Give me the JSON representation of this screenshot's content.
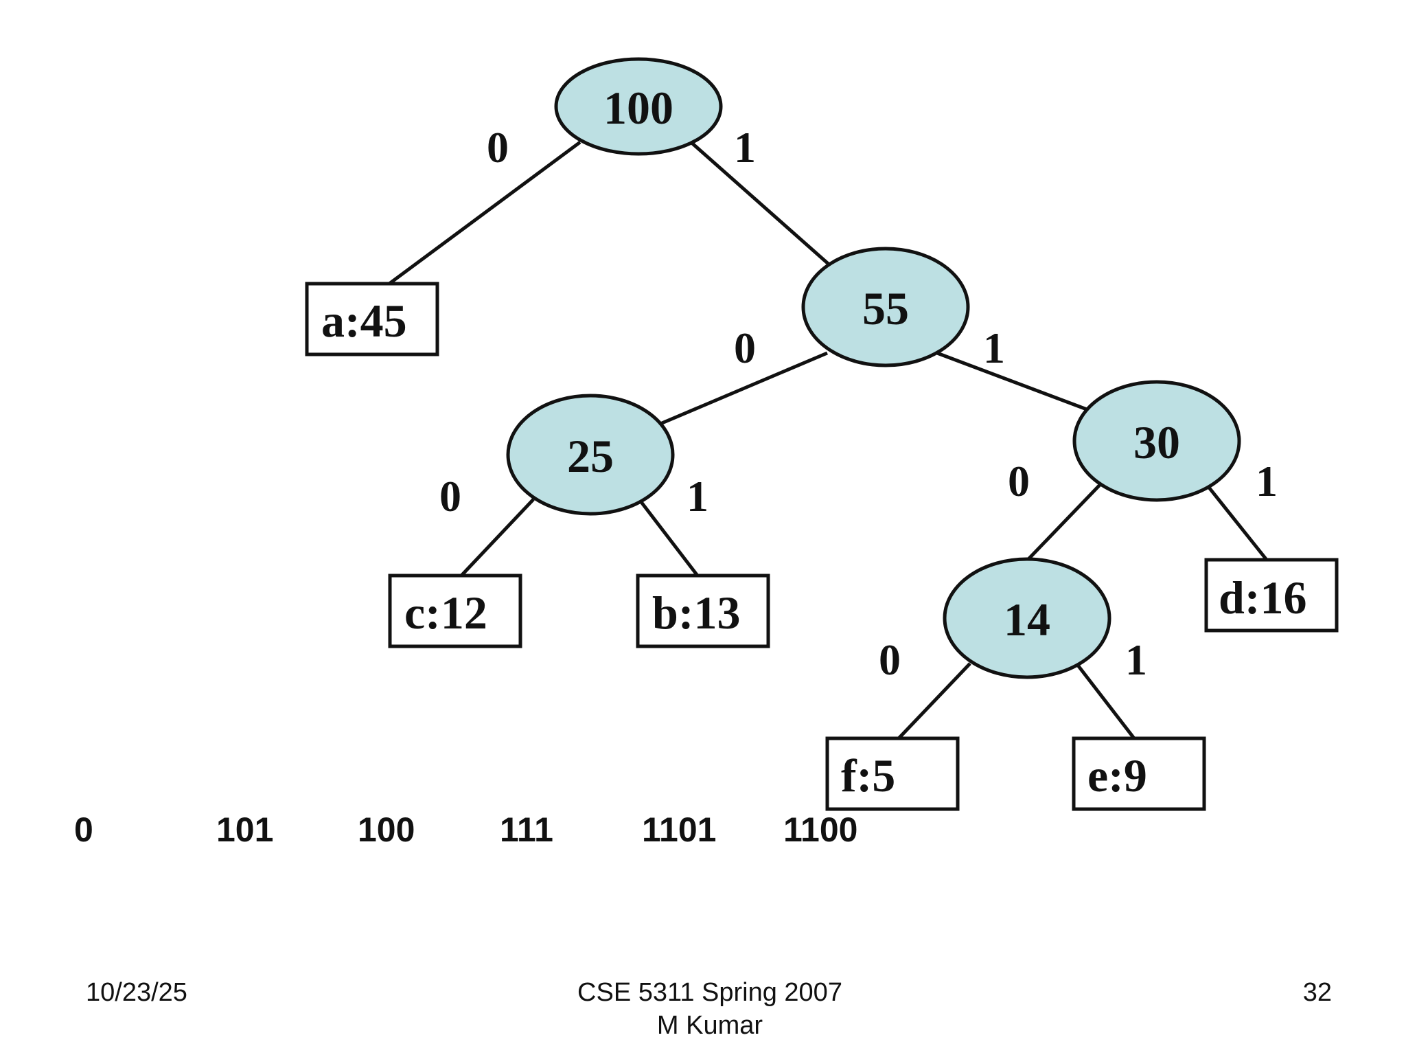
{
  "tree": {
    "nodes": {
      "root": "100",
      "n55": "55",
      "n25": "25",
      "n30": "30",
      "n14": "14",
      "leaf_a": "a:45",
      "leaf_c": "c:12",
      "leaf_b": "b:13",
      "leaf_d": "d:16",
      "leaf_f": "f:5",
      "leaf_e": "e:9"
    },
    "bits": {
      "root_left": "0",
      "root_right": "1",
      "n55_left": "0",
      "n55_right": "1",
      "n25_left": "0",
      "n25_right": "1",
      "n30_left": "0",
      "n30_right": "1",
      "n14_left": "0",
      "n14_right": "1"
    },
    "colors": {
      "internal_fill": "#bde0e3",
      "stroke": "#111111"
    }
  },
  "codes": [
    "0",
    "101",
    "100",
    "111",
    "1101",
    "1100"
  ],
  "footer": {
    "date": "10/23/25",
    "course": "CSE 5311 Spring 2007",
    "author": "M Kumar",
    "page": "32"
  }
}
